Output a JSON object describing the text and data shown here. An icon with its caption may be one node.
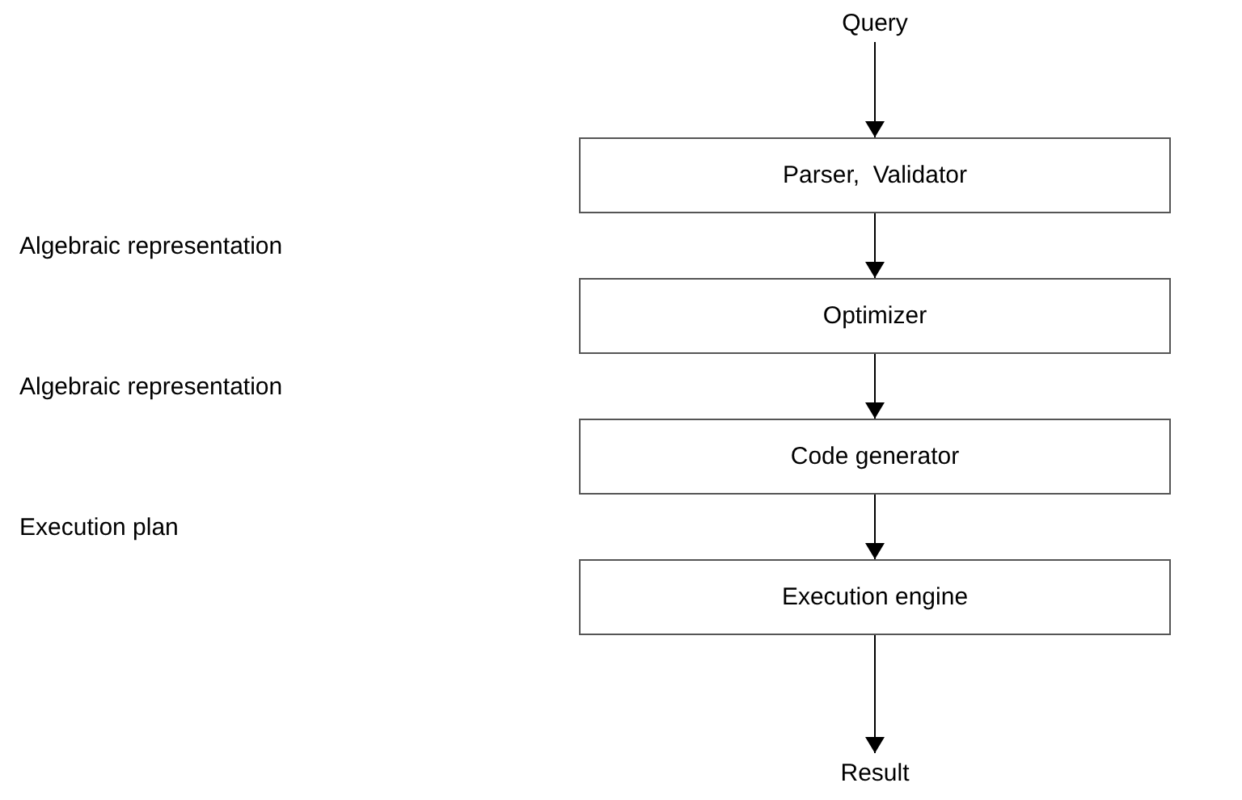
{
  "diagram": {
    "nodes": [
      {
        "text": [
          "Query"
        ]
      },
      {
        "text": [
          "Parser,  Validator"
        ]
      },
      {
        "text": [
          "Optimizer"
        ]
      },
      {
        "text": [
          "Code generator"
        ]
      },
      {
        "text": [
          "Execution engine"
        ]
      },
      {
        "text": [
          "Result"
        ]
      }
    ],
    "edges": [
      {
        "from": 0,
        "to": 1,
        "arrow": "to"
      },
      {
        "from": 1,
        "to": 2,
        "arrow": "to"
      },
      {
        "from": 2,
        "to": 3,
        "arrow": "to"
      },
      {
        "from": 3,
        "to": 4,
        "arrow": "to"
      },
      {
        "from": 4,
        "to": 5,
        "arrow": "to"
      }
    ],
    "labels": [
      "Algebraic representation",
      "Algebraic representation",
      "Execution plan"
    ]
  }
}
